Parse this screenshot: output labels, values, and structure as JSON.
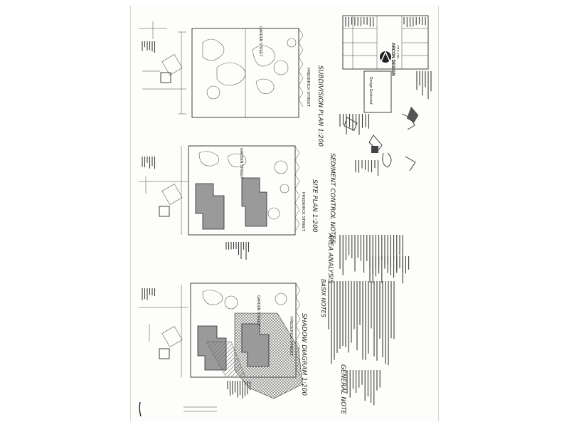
{
  "sheet": {
    "plans": [
      {
        "title": "SUBDIVISION PLAN 1:200",
        "street_top": "GARDEN STREET",
        "street_side": "FREDERICK STREET"
      },
      {
        "title": "SITE PLAN 1:200",
        "street_top": "GARDEN STREET",
        "street_side": "FREDERICK STREET"
      },
      {
        "title": "SHADOW DIAGRAM 1:200",
        "street_top": "GARDEN STREET",
        "street_side": "FREDERICK STREET"
      }
    ],
    "notes": {
      "sediment": "SEDIMENT CONTROL NOTES",
      "area": "AREA ANALYSIS",
      "basix": "BASIX NOTES",
      "general": "GENERAL NOTE"
    },
    "title_block": {
      "company": "ARCON DESIGN",
      "company_sub": "PTY LTD",
      "stamp_label": "Design Endorsed"
    }
  },
  "colors": {
    "ink": "#1a1a1a",
    "hatch": "#7a7a7a",
    "paper": "#fdfdfb"
  }
}
